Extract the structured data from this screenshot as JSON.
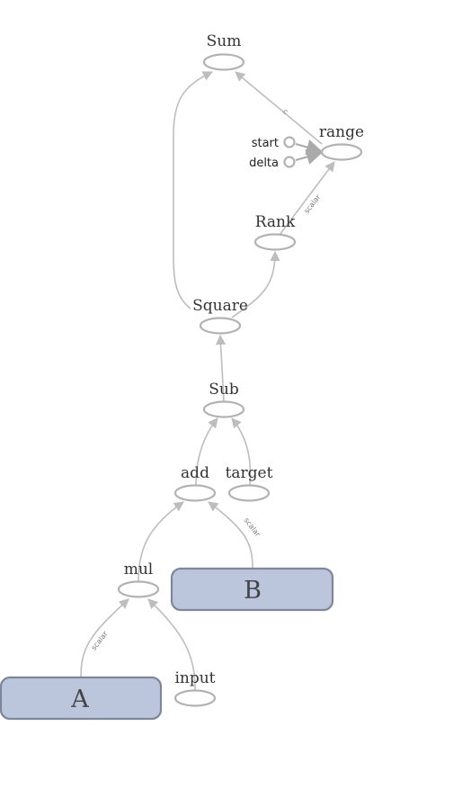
{
  "graph": {
    "sum": "Sum",
    "range": "range",
    "start": "start",
    "delta": "delta",
    "rank": "Rank",
    "square": "Square",
    "sub": "Sub",
    "add": "add",
    "target": "target",
    "mul": "mul",
    "input": "input",
    "a": "A",
    "b": "B",
    "edge_range_sum": "c",
    "edge_rank_range": "scalar",
    "edge_b_add": "scalar",
    "edge_a_mul": "scalar"
  },
  "colors": {
    "edge": "#bdbdbd",
    "op_stroke": "#b2b2b2",
    "meta_fill": "#bbc6dc",
    "meta_stroke": "#7f8699"
  }
}
